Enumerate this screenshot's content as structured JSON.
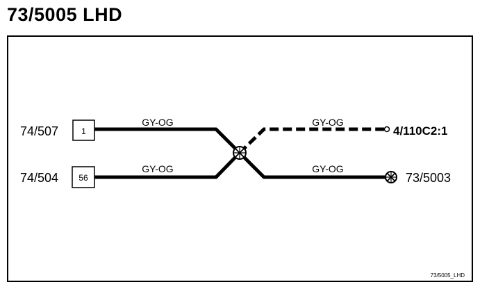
{
  "title": "73/5005 LHD",
  "footer_ref": "73/5005_LHD",
  "wire_color": "#000000",
  "connectors": [
    {
      "name": "74/507",
      "pin": "1"
    },
    {
      "name": "74/504",
      "pin": "56"
    }
  ],
  "wires": [
    {
      "label": "GY-OG"
    },
    {
      "label": "GY-OG"
    },
    {
      "label": "GY-OG"
    },
    {
      "label": "GY-OG"
    }
  ],
  "destinations": [
    {
      "name": "4/110C2:1",
      "style": "dashed",
      "terminal": "open-circle"
    },
    {
      "name": "73/5003",
      "style": "solid",
      "terminal": "ground-splice"
    }
  ]
}
